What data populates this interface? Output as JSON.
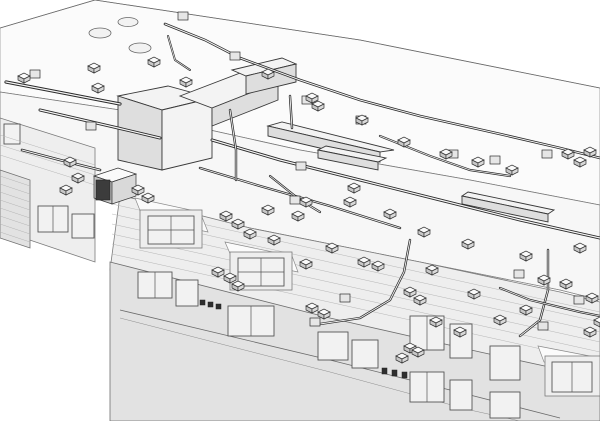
{
  "view": {
    "kind": "isometric-mep-model",
    "background": "#ffffff",
    "line_color": "#333333",
    "surface_color": "#f4f4f4"
  },
  "building": {
    "roof": {
      "color": "#f7f7f7"
    },
    "dormer_count": 3,
    "facade_wing_count": 2
  },
  "mechanical": {
    "main_duct_count": 2,
    "branch_count": 9,
    "roof_unit_count": 60,
    "pipe_color": "#2a2a2a"
  }
}
